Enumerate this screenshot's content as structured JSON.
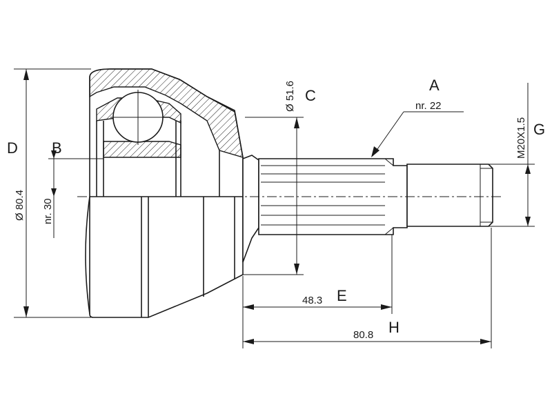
{
  "labels": {
    "A": "A",
    "B": "B",
    "C": "C",
    "D": "D",
    "E": "E",
    "G": "G",
    "H": "H"
  },
  "dimensions": {
    "spline_count_outer": "nr. 22",
    "spline_count_inner": "nr. 30",
    "diameter_seal": "Ø 51.6",
    "diameter_outer": "Ø 80.4",
    "thread": "M20X1.5",
    "length_spline": "48.3",
    "length_total": "80.8"
  }
}
